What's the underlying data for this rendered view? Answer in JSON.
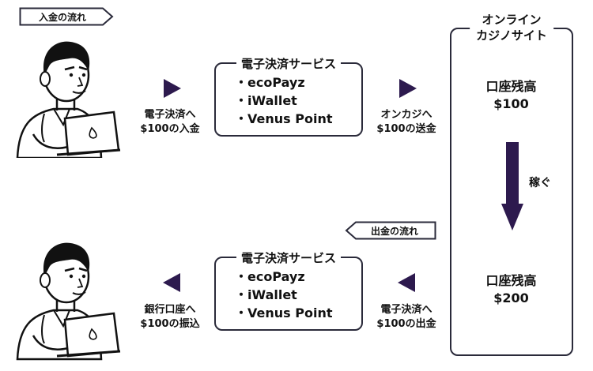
{
  "colors": {
    "accent": "#2d1a4e",
    "outline": "#2a2a3a",
    "background": "#ffffff"
  },
  "deposit_flow_label": "入金の流れ",
  "withdraw_flow_label": "出金の流れ",
  "ewallet_box_top": {
    "title": "電子決済サービス",
    "items": [
      "・ecoPayz",
      "・iWallet",
      "・Venus Point"
    ]
  },
  "ewallet_box_bottom": {
    "title": "電子決済サービス",
    "items": [
      "・ecoPayz",
      "・iWallet",
      "・Venus Point"
    ]
  },
  "step_deposit_to_ewallet": {
    "line1": "電子決済へ",
    "line2": "$100の入金"
  },
  "step_send_to_casino": {
    "line1": "オンカジへ",
    "line2": "$100の送金"
  },
  "step_withdraw_to_ewallet": {
    "line1": "電子決済へ",
    "line2": "$100の出金"
  },
  "step_transfer_to_bank": {
    "line1": "銀行口座へ",
    "line2": "$100の振込"
  },
  "casino_site": {
    "title_line1": "オンライン",
    "title_line2": "カジノサイト",
    "balance_label_top": "口座残高",
    "balance_value_top": "$100",
    "earn_label": "稼ぐ",
    "balance_label_bottom": "口座残高",
    "balance_value_bottom": "$200"
  },
  "icons": {
    "person_top": "person-with-laptop-icon",
    "person_bottom": "person-with-laptop-icon",
    "arrows": "triangle-arrow-icon"
  }
}
